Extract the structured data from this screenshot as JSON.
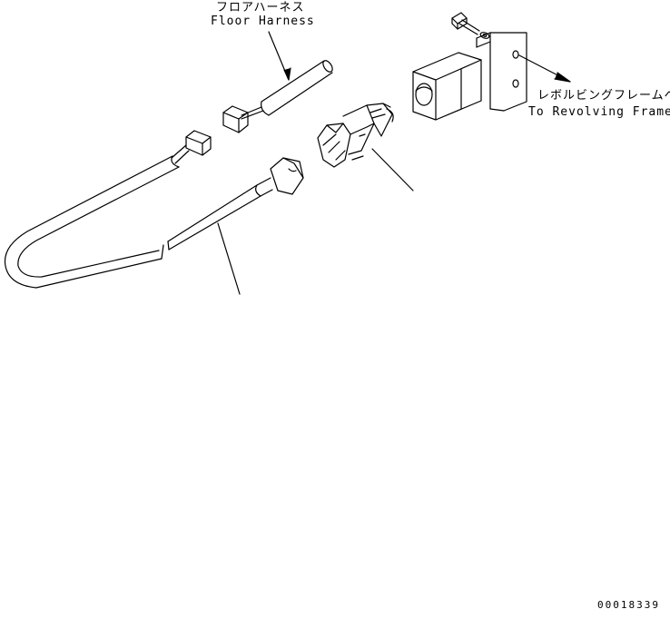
{
  "labels": {
    "floor_harness_jp": "フロアハーネス",
    "floor_harness_en": "Floor Harness",
    "revolving_frame_jp": "レボルビングフレームへ",
    "revolving_frame_en": "To Revolving Frame",
    "drawing_code": "00018339"
  }
}
